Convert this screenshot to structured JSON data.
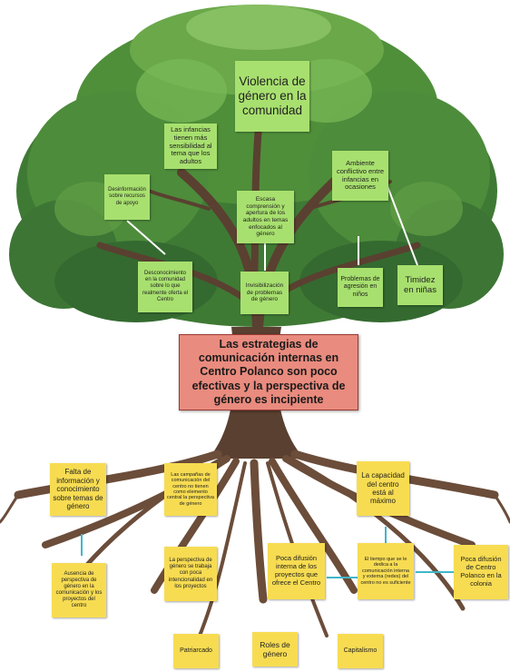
{
  "central_problem": "Las estrategias de comunicación internas en Centro Polanco son poco efectivas y la perspectiva de género es incipiente",
  "effects": [
    {
      "id": "violencia",
      "text": "Violencia de género en la comunidad"
    },
    {
      "id": "infancias",
      "text": "Las infancias tienen más sensibilidad al tema que los adultos"
    },
    {
      "id": "ambiente",
      "text": "Ambiente conflictivo entre infancias en ocasiones"
    },
    {
      "id": "desinformacion",
      "text": "Desinformación sobre recursos de apoyo"
    },
    {
      "id": "escasa",
      "text": "Escasa comprensión y apertura de los adultos en temas enfocados al género"
    },
    {
      "id": "desconocimiento",
      "text": "Desconocimiento en la comunidad sobre lo que realmente oferta el Centro"
    },
    {
      "id": "invisibilizacion",
      "text": "Invisibilización de problemas de género"
    },
    {
      "id": "agresion",
      "text": "Problemas de agresión en niños"
    },
    {
      "id": "timidez",
      "text": "Timidez en niñas"
    }
  ],
  "causes": [
    {
      "id": "falta",
      "text": "Falta de información y conocimiento sobre temas de género"
    },
    {
      "id": "campanas",
      "text": "Las campañas de comunicación del centro no tienen como elemento central la perspectiva de género"
    },
    {
      "id": "capacidad",
      "text": "La capacidad del centro está al máximo"
    },
    {
      "id": "ausencia",
      "text": "Ausencia de perspectiva de género en la comunicación y los proyectos del centro"
    },
    {
      "id": "perspectiva",
      "text": "La perspectiva de género se trabaja con poca intencionalidad en los proyectos"
    },
    {
      "id": "difusion_proyectos",
      "text": "Poca difusión interna de los proyectos que ofrece el Centro"
    },
    {
      "id": "tiempo",
      "text": "El tiempo que se le dedica a la comunicación interna y externa (redes) del centro no es suficiente"
    },
    {
      "id": "difusion_colonia",
      "text": "Poca difusión de Centro Polanco en la colonia"
    },
    {
      "id": "patriarcado",
      "text": "Patriarcado"
    },
    {
      "id": "roles",
      "text": "Roles de género"
    },
    {
      "id": "capitalismo",
      "text": "Capitalismo"
    }
  ],
  "colors": {
    "effect_note": "#a8e06f",
    "cause_note": "#f7dc52",
    "central_box": "#e98b7e",
    "foliage": "#4f8f3a",
    "trunk": "#5a4030",
    "roots": "#6b4d3a"
  }
}
